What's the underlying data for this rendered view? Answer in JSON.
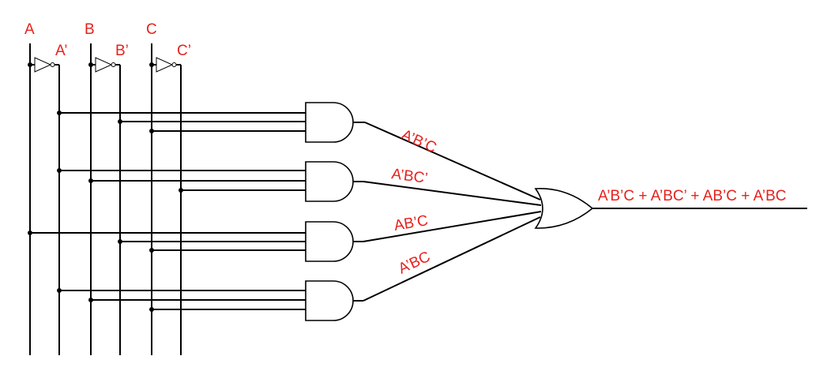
{
  "colors": {
    "label": "#e8211c",
    "wire": "#000000"
  },
  "inputs": {
    "a": "A",
    "a_not": "A’",
    "b": "B",
    "b_not": "B’",
    "c": "C",
    "c_not": "C’"
  },
  "terms": {
    "t1": "A’B’C",
    "t2": "A’BC’",
    "t3": "AB’C",
    "t4": "A’BC"
  },
  "output": {
    "expression": "A’B’C + A’BC’ + AB’C + A’BC"
  }
}
